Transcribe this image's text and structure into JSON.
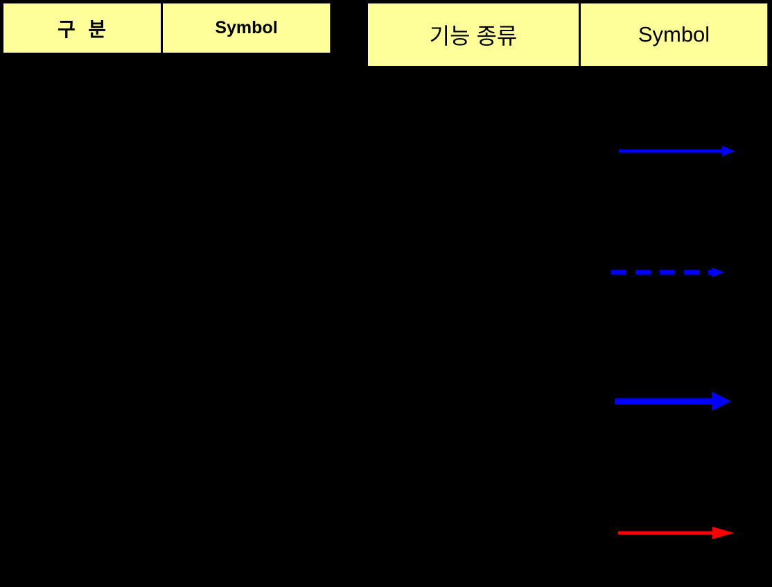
{
  "slide": {
    "background_color": "#000000"
  },
  "left_table": {
    "headers": [
      "구  분",
      "Symbol"
    ]
  },
  "right_table": {
    "headers": [
      "기능 종류",
      "Symbol"
    ]
  },
  "legend_symbols": [
    {
      "name": "solid-blue-arrow",
      "shape": "arrow-right",
      "line_style": "solid",
      "weight": "medium",
      "color": "#0000FF"
    },
    {
      "name": "dashed-blue-arrow",
      "shape": "arrow-right",
      "line_style": "dashed",
      "weight": "medium",
      "color": "#0000FF"
    },
    {
      "name": "thick-blue-arrow",
      "shape": "arrow-right",
      "line_style": "solid",
      "weight": "thick",
      "color": "#0000FF"
    },
    {
      "name": "solid-red-arrow",
      "shape": "arrow-right",
      "line_style": "solid",
      "weight": "medium",
      "color": "#FF0000"
    }
  ],
  "colors": {
    "header_bg": "#FFFF99",
    "header_text": "#000000",
    "header_divider": "#000000",
    "background": "#000000"
  }
}
